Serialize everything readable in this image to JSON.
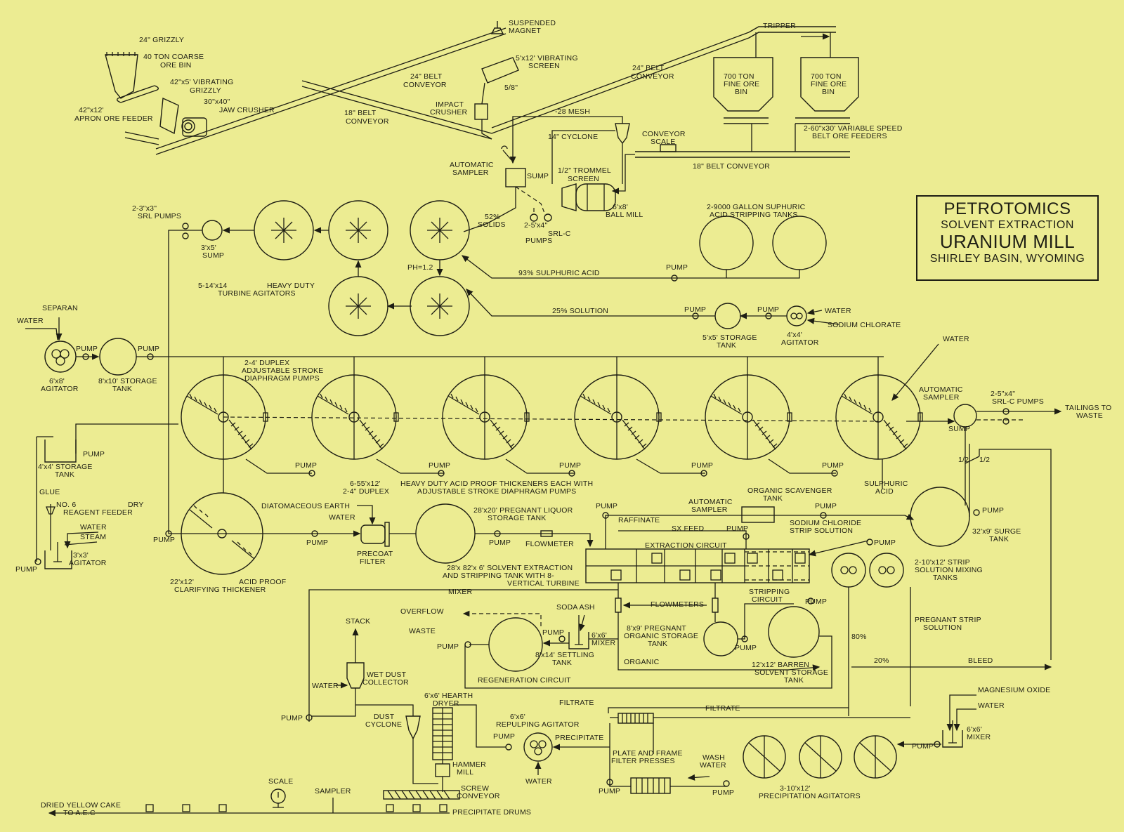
{
  "title_block": {
    "line1": "PETROTOMICS",
    "line2": "SOLVENT EXTRACTION",
    "line3": "URANIUM MILL",
    "line4": "SHIRLEY BASIN, WYOMING"
  },
  "colors": {
    "paper": "#ecec92",
    "ink": "#1e1e14"
  },
  "labels": {
    "grizzly": "24\" GRIZZLY",
    "coarse_bin_1": "40 TON COARSE",
    "coarse_bin_2": "ORE BIN",
    "vib_grizzly_1": "42\"x5' VIBRATING",
    "vib_grizzly_2": "GRIZZLY",
    "jaw_1": "30\"x40\"",
    "jaw_2": "JAW CRUSHER",
    "apron_1": "42\"x12'",
    "apron_2": "APRON ORE FEEDER",
    "belt24a_1": "24\" BELT",
    "belt24a_2": "CONVEYOR",
    "belt18a_1": "18\" BELT",
    "belt18a_2": "CONVEYOR",
    "magnet_1": "SUSPENDED",
    "magnet_2": "MAGNET",
    "screen_1": "5'x12' VIBRATING",
    "screen_2": "SCREEN",
    "impact_1": "IMPACT",
    "impact_2": "CRUSHER",
    "fraction": "5/8\"",
    "belt24b_1": "24\" BELT",
    "belt24b_2": "CONVEYOR",
    "tripper": "TRIPPER",
    "fine_bin_a_1": "700 TON",
    "fine_bin_a_2": "FINE ORE",
    "fine_bin_a_3": "BIN",
    "fine_bin_b_1": "700 TON",
    "fine_bin_b_2": "FINE ORE",
    "fine_bin_b_3": "BIN",
    "feeders_1": "2-60\"x30' VARIABLE SPEED",
    "feeders_2": "BELT ORE FEEDERS",
    "conv_scale_1": "CONVEYOR",
    "conv_scale_2": "SCALE",
    "belt18b": "18\" BELT CONVEYOR",
    "mesh": "-28 MESH",
    "cyclone": "14\" CYCLONE",
    "auto_sampler_top_1": "AUTOMATIC",
    "auto_sampler_top_2": "SAMPLER",
    "sump_top": "SUMP",
    "trommel_1": "1/2\" TROMMEL",
    "trommel_2": "SCREEN",
    "ball_mill_1": "6'x8'",
    "ball_mill_2": "BALL MILL",
    "solids_1": "52%",
    "solids_2": "SOLIDS",
    "srlc_top_1": "2-5'x4\"",
    "srlc_top_2": "SRL-C",
    "srlc_top_3": "PUMPS",
    "srl_pumps_1": "2-3\"x3\"",
    "srl_pumps_2": "SRL PUMPS",
    "sump35_1": "3'x5'",
    "sump35_2": "SUMP",
    "turbine_1": "HEAVY DUTY",
    "turbine_2": "5-14'x14",
    "turbine_3": "TURBINE AGITATORS",
    "ph": "PH=1.2",
    "strip_tanks_1": "2-9000 GALLON SUPHURIC",
    "strip_tanks_2": "ACID STRIPPING TANKS",
    "acid93": "93% SULPHURIC ACID",
    "pump_acid": "PUMP",
    "sol25": "25% SOLUTION",
    "pump_sol_a": "PUMP",
    "pump_sol_b": "PUMP",
    "water_chlorate": "WATER",
    "sodium_chlorate": "SODIUM CHLORATE",
    "storage55_1": "5'x5' STORAGE",
    "storage55_2": "TANK",
    "agit44_1": "4'x4'",
    "agit44_2": "AGITATOR",
    "separan": "SEPARAN",
    "water_sep": "WATER",
    "pump_sep_a": "PUMP",
    "pump_sep_b": "PUMP",
    "agit68_1": "6'x8'",
    "agit68_2": "AGITATOR",
    "storage810_1": "8'x10' STORAGE",
    "storage810_2": "TANK",
    "duplex_1": "2-4' DUPLEX",
    "duplex_2": "ADJUSTABLE STROKE",
    "duplex_3": "DIAPHRAGM PUMPS",
    "water_thick": "WATER",
    "auto_sampler_mid_1": "AUTOMATIC",
    "auto_sampler_mid_2": "SAMPLER",
    "srlc_mid_1": "2-5\"x4\"",
    "srlc_mid_2": "SRL-C PUMPS",
    "tailings_1": "TAILINGS TO",
    "tailings_2": "WASTE",
    "sump_mid": "SUMP",
    "pump_storage44": "PUMP",
    "storage44_1": "4'x4' STORAGE",
    "storage44_2": "TANK",
    "pump_t1": "PUMP",
    "pump_t2": "PUMP",
    "pump_t3": "PUMP",
    "pump_t4": "PUMP",
    "pump_t5": "PUMP",
    "thick_count_1": "6-55'x12'",
    "thick_count_2": "2-4\" DUPLEX",
    "thick_desc_1": "HEAVY DUTY ACID PROOF THICKENERS EACH WITH",
    "thick_desc_2": "ADJUSTABLE STROKE DIAPHRAGM PUMPS",
    "sulph_1": "SULPHURIC",
    "sulph_2": "ACID",
    "half_a": "1/2",
    "half_b": "1/2",
    "glue": "GLUE",
    "reagent_1": "NO. 6",
    "reagent_dry": "DRY",
    "reagent_2": "REAGENT FEEDER",
    "water_glue": "WATER",
    "steam": "STEAM",
    "agit33_1": "3'x3'",
    "agit33_2": "AGITATOR",
    "pump_glue": "PUMP",
    "pump_clar": "PUMP",
    "clar_1": "22'x12'",
    "clar_acid": "ACID PROOF",
    "clar_2": "CLARIFYING THICKENER",
    "diatom": "DIATOMACEOUS EARTH",
    "water_filter": "WATER",
    "pump_filter": "PUMP",
    "precoat_1": "PRECOAT",
    "precoat_2": "FILTER",
    "preg_liq_1": "28'x20' PREGNANT LIQUOR",
    "preg_liq_2": "STORAGE TANK",
    "pump_preg": "PUMP",
    "flowmeter": "FLOWMETER",
    "pump_raff": "PUMP",
    "raffinate": "RAFFINATE",
    "auto_sampler_sx_1": "AUTOMATIC",
    "auto_sampler_sx_2": "SAMPLER",
    "org_scav_1": "ORGANIC SCAVENGER",
    "org_scav_2": "TANK",
    "pump_scav": "PUMP",
    "pump_surge": "PUMP",
    "surge_1": "32'x9' SURGE",
    "surge_2": "TANK",
    "sx_feed": "SX FEED",
    "pump_sx": "PUMP",
    "nacl_1": "SODIUM CHLORIDE",
    "nacl_2": "STRIP SOLUTION",
    "pump_strip": "PUMP",
    "extraction_circuit": "EXTRACTION CIRCUIT",
    "sx_tank_1": "28'x 82'x 6' SOLVENT EXTRACTION",
    "sx_tank_2": "AND STRIPPING TANK WITH 8-",
    "sx_tank_3": "VERTICAL TURBINE",
    "mixer_word": "MIXER",
    "strip_mix_1": "2-10'x12' STRIP",
    "strip_mix_2": "SOLUTION MIXING",
    "strip_mix_3": "TANKS",
    "stripping_1": "STRIPPING",
    "stripping_2": "CIRCUIT",
    "pump_stripping": "PUMP",
    "flowmeters": "FLOWMETERS",
    "soda_ash": "SODA ASH",
    "overflow": "OVERFLOW",
    "waste": "WASTE",
    "stack": "STACK",
    "pump_settle_a": "PUMP",
    "pump_settle_b": "PUMP",
    "mixer66a_1": "6'x6'",
    "mixer66a_2": "MIXER",
    "settle_1": "8'x14' SETTLING",
    "settle_2": "TANK",
    "preg_org_1": "8'x9' PREGNANT",
    "preg_org_2": "ORGANIC STORAGE",
    "preg_org_3": "TANK",
    "pump_org": "PUMP",
    "organic": "ORGANIC",
    "barren_1": "12'x12' BARREN",
    "barren_2": "SOLVENT STORAGE",
    "barren_3": "TANK",
    "preg_strip_1": "PREGNANT STRIP",
    "preg_strip_2": "SOLUTION",
    "pct80": "80%",
    "pct20": "20%",
    "bleed": "BLEED",
    "regen": "REGENERATION CIRCUIT",
    "water_dust": "WATER",
    "wet_dust_1": "WET DUST",
    "wet_dust_2": "COLLECTOR",
    "pump_dust": "PUMP",
    "dust_cyc_1": "DUST",
    "dust_cyc_2": "CYCLONE",
    "hearth_1": "6'x6' HEARTH",
    "hearth_2": "DRYER",
    "repulp_1": "6'x6'",
    "repulp_2": "REPULPING AGITATOR",
    "pump_repulp": "PUMP",
    "water_repulp": "WATER",
    "precipitate": "PRECIPITATE",
    "filtrate_a": "FILTRATE",
    "filtrate_b": "FILTRATE",
    "plate_1": "PLATE AND FRAME",
    "plate_2": "FILTER PRESSES",
    "wash_1": "WASH",
    "wash_2": "WATER",
    "pump_press_a": "PUMP",
    "pump_press_b": "PUMP",
    "precip_agit_1": "3-10'x12'",
    "precip_agit_2": "PRECIPITATION AGITATORS",
    "mgo": "MAGNESIUM OXIDE",
    "water_mgo": "WATER",
    "pump_mgo": "PUMP",
    "mixer66b_1": "6'x6'",
    "mixer66b_2": "MIXER",
    "hammer_1": "HAMMER",
    "hammer_2": "MILL",
    "screw_1": "SCREW",
    "screw_2": "CONVEYOR",
    "scale": "SCALE",
    "sampler": "SAMPLER",
    "yellowcake_1": "DRIED YELLOW CAKE",
    "yellowcake_2": "TO A.E.C",
    "drums": "PRECIPITATE DRUMS"
  }
}
